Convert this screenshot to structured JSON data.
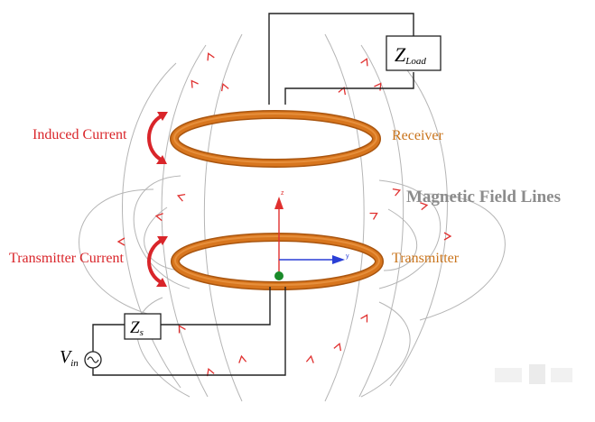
{
  "labels": {
    "induced_current": "Induced Current",
    "receiver": "Receiver",
    "magnetic_field_lines": "Magnetic Field Lines",
    "transmitter_current": "Transmitter Current",
    "transmitter": "Transmitter"
  },
  "components": {
    "load_main": "Z",
    "load_sub": "Load",
    "source_imp_main": "Z",
    "source_imp_sub": "s",
    "voltage_main": "V",
    "voltage_sub": "in"
  },
  "axes": {
    "z_label": "z",
    "y_label": "y"
  },
  "colors": {
    "coil": "#d8761e",
    "coil_edge": "#a9550f",
    "label_red": "#d9252a",
    "label_orange": "#c9741c",
    "field_line": "#b5b5b5",
    "field_arrow": "#e0302f",
    "axis_z": "#e0302f",
    "axis_y": "#2a3fd6",
    "origin": "#1a8a2a"
  }
}
